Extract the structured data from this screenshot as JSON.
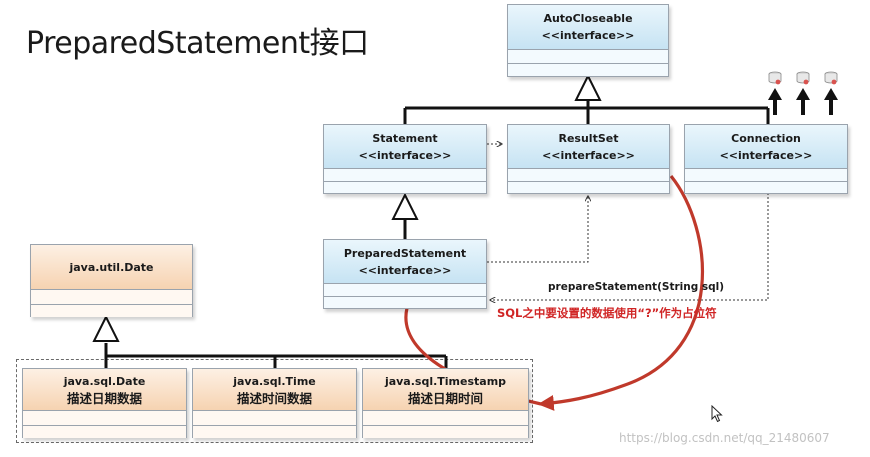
{
  "title": "PreparedStatement接口",
  "boxes": {
    "autocloseable": {
      "name": "AutoCloseable",
      "stereotype": "<<interface>>"
    },
    "statement": {
      "name": "Statement",
      "stereotype": "<<interface>>"
    },
    "resultset": {
      "name": "ResultSet",
      "stereotype": "<<interface>>"
    },
    "connection": {
      "name": "Connection",
      "stereotype": "<<interface>>"
    },
    "preparedstatement": {
      "name": "PreparedStatement",
      "stereotype": "<<interface>>"
    },
    "util_date": {
      "name": "java.util.Date"
    },
    "sql_date": {
      "name": "java.sql.Date",
      "desc": "描述日期数据"
    },
    "sql_time": {
      "name": "java.sql.Time",
      "desc": "描述时间数据"
    },
    "sql_timestamp": {
      "name": "java.sql.Timestamp",
      "desc": "描述日期时间"
    }
  },
  "annotations": {
    "method": "prepareStatement(String sql)",
    "note": "SQL之中要设置的数据使用“?”作为占位符"
  },
  "watermark": "https://blog.csdn.net/qq_21480607",
  "colors": {
    "interface_header": "#c6e3f3",
    "class_header": "#f6d3b1",
    "curve_arrow": "#c0392b",
    "note_text": "#d02525"
  }
}
